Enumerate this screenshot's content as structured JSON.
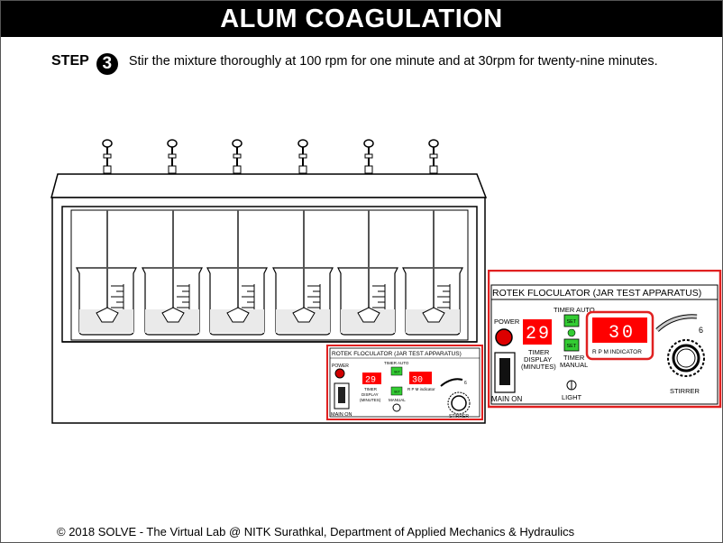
{
  "title": "ALUM COAGULATION",
  "step": {
    "label": "STEP",
    "number": "3",
    "instruction": "Stir the mixture thoroughly at 100 rpm for one minute and at 30rpm for twenty-nine minutes."
  },
  "panel": {
    "title": "ROTEK FLOCULATOR (JAR TEST APPARATUS)",
    "power_label": "POWER",
    "main_on_label": "MAIN ON",
    "timer_value": "29",
    "timer_label_1": "TIMER",
    "timer_label_2": "DISPLAY",
    "timer_label_3": "(MINUTES)",
    "timer_auto_label": "TIMER AUTO",
    "set_label_1": "SET",
    "set_label_2": "SET",
    "timer_manual_1": "TIMER",
    "timer_manual_2": "MANUAL",
    "light_label": "LIGHT",
    "rpm_value": "30",
    "rpm_label": "R P M INDICATOR",
    "stirrer_label": "STIRRER",
    "dial_mark": "6"
  },
  "small_panel": {
    "title": "ROTEK FLOCULATOR (JAR TEST APPARATUS)",
    "power_label": "POWER",
    "main_on_label": "MAIN ON",
    "timer_value": "29",
    "timer_label_1": "TIMER",
    "timer_label_2": "DISPLAY",
    "timer_label_3": "(MINUTES)",
    "timer_auto_label": "TIMER AUTO",
    "timer_manual_label": "MANUAL",
    "set_label": "SET",
    "rpm_value": "30",
    "rpm_label": "R P M indicator",
    "stirrer_label": "STIRRER",
    "dial_mark": "6"
  },
  "footer": "© 2018 SOLVE - The Virtual Lab @ NITK Surathkal, Department of Applied Mechanics & Hydraulics",
  "colors": {
    "highlight": "#e02020",
    "display_bg": "#ff0000",
    "set_green": "#33cc33",
    "title_bg": "#000000"
  }
}
